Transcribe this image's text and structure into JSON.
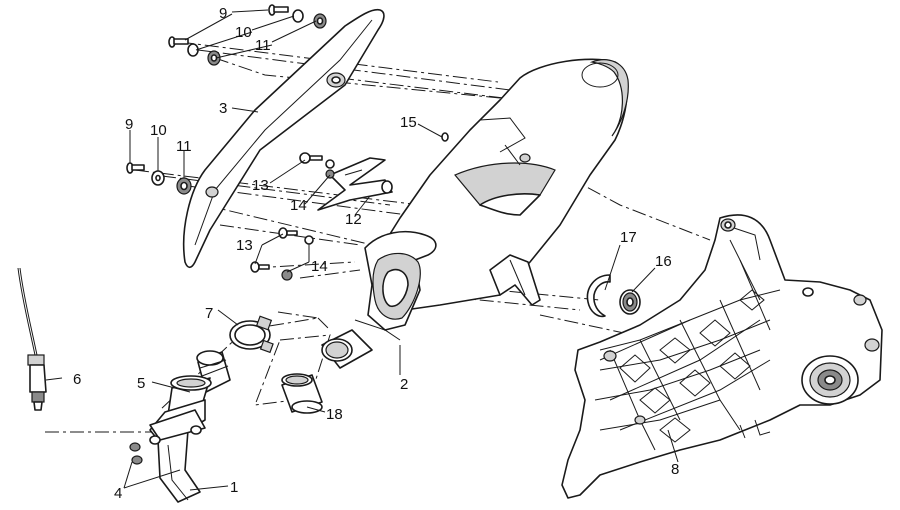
{
  "callouts": {
    "n1": "1",
    "n2": "2",
    "n3": "3",
    "n4": "4",
    "n5": "5",
    "n6": "6",
    "n7": "7",
    "n8": "8",
    "n9": "9",
    "n10": "10",
    "n11": "11",
    "n12": "12",
    "n13": "13",
    "n14": "14",
    "n15": "15",
    "n16": "16",
    "n17": "17",
    "n18": "18"
  }
}
